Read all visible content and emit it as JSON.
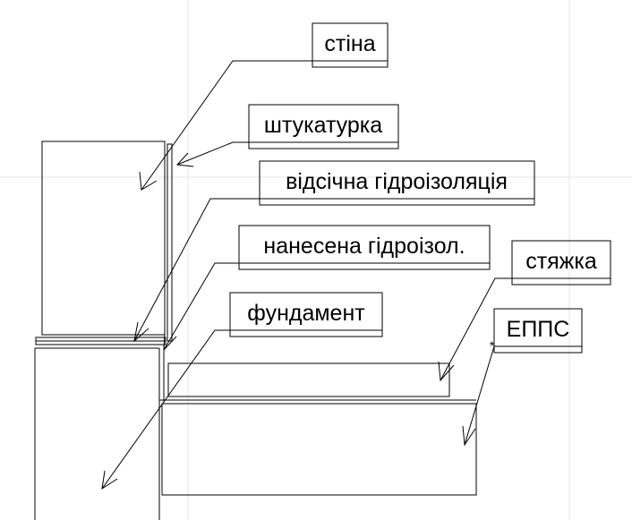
{
  "labels": {
    "wall": "стіна",
    "plaster": "штукатурка",
    "cutoff_waterproofing": "відсічна гідроізоляція",
    "applied_waterproofing": "нанесена гідроізол.",
    "screed": "стяжка",
    "foundation": "фундамент",
    "xps": "ЕППС"
  },
  "colors": {
    "line": "#000000",
    "guide": "#e6e6e6",
    "background": "#ffffff"
  }
}
